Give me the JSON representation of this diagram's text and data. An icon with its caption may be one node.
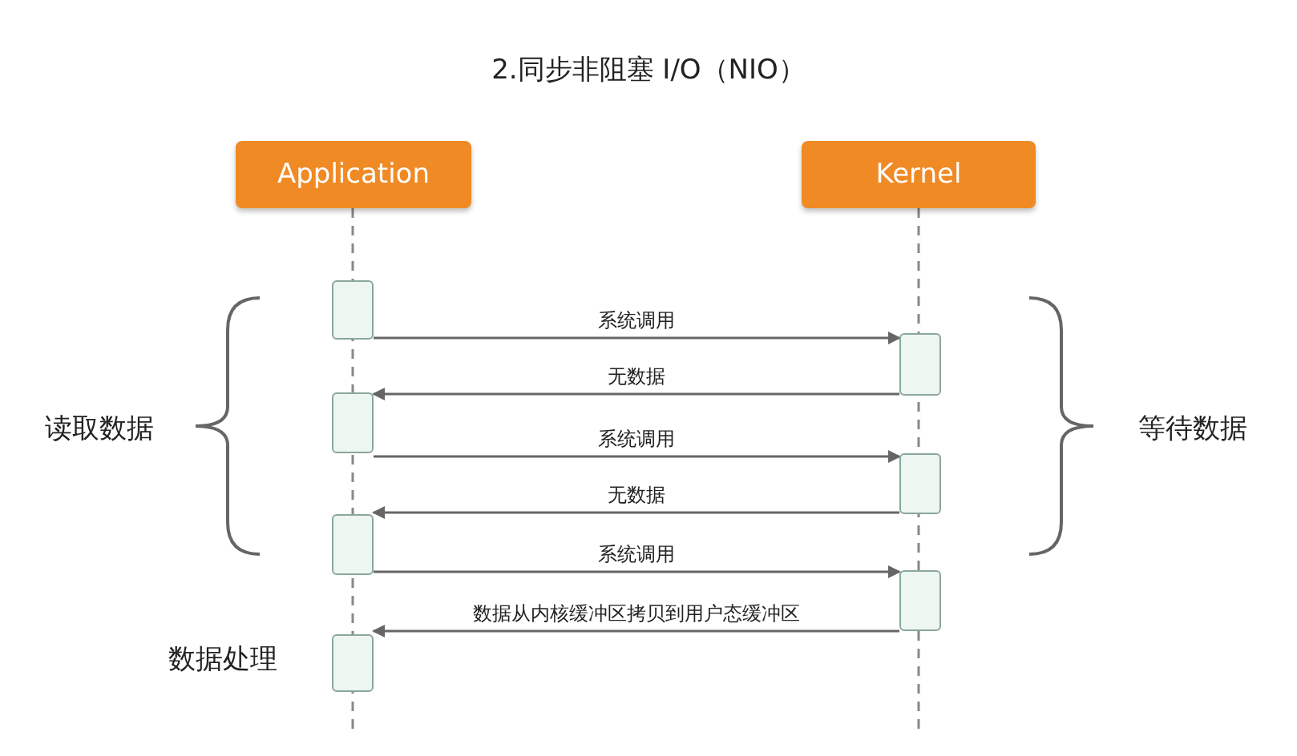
{
  "diagram": {
    "title": "2.同步非阻塞 I/O（NIO）",
    "nodes": [
      {
        "text": [
          "Application"
        ]
      },
      {
        "text": [
          "Kernel"
        ]
      },
      {
        "text": [],
        "shape": "box"
      },
      {
        "text": [],
        "shape": "box"
      },
      {
        "text": [],
        "shape": "box"
      },
      {
        "text": [],
        "shape": "box"
      },
      {
        "text": [],
        "shape": "box"
      },
      {
        "text": [],
        "shape": "box"
      },
      {
        "text": [],
        "shape": "box"
      }
    ],
    "edges": [
      {
        "from": 2,
        "to": 3,
        "arrow": "to",
        "label": "系统调用"
      },
      {
        "from": 3,
        "to": 4,
        "arrow": "to",
        "label": "无数据"
      },
      {
        "from": 4,
        "to": 5,
        "arrow": "to",
        "label": "系统调用"
      },
      {
        "from": 5,
        "to": 6,
        "arrow": "to",
        "label": "无数据"
      },
      {
        "from": 6,
        "to": 7,
        "arrow": "to",
        "label": "系统调用"
      },
      {
        "from": 7,
        "to": 8,
        "arrow": "to",
        "label": "数据从内核缓冲区拷贝到用户态缓冲区"
      }
    ],
    "labels": [
      "读取数据",
      "等待数据",
      "数据处理"
    ]
  }
}
